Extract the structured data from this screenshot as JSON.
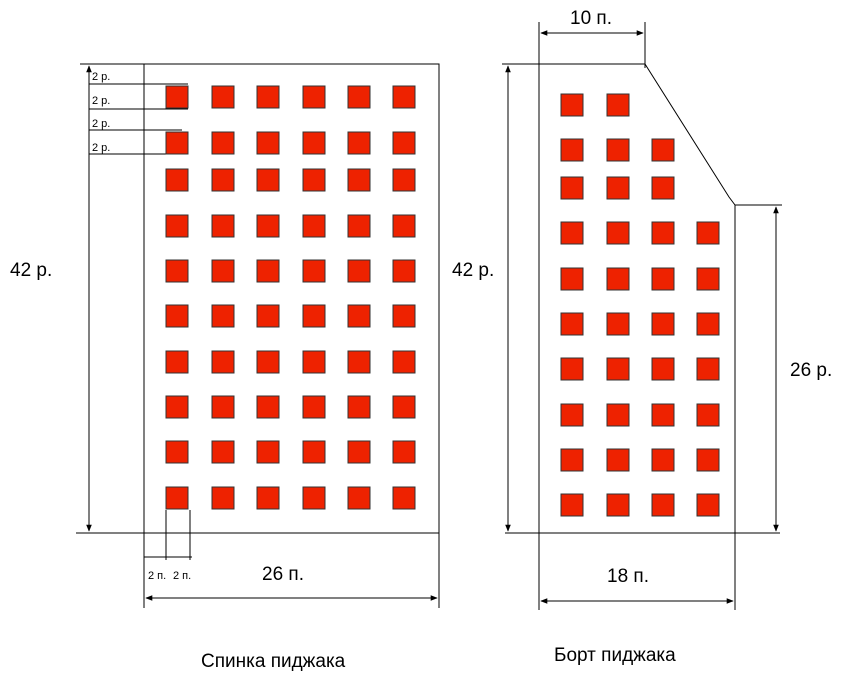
{
  "colors": {
    "square_fill": "#ee2200",
    "square_stroke": "#333333",
    "line": "#000000"
  },
  "back": {
    "caption": "Спинка пиджака",
    "height_label": "42 р.",
    "width_label": "26 п.",
    "row_labels": [
      "2 р.",
      "2 р.",
      "2 р.",
      "2 р."
    ],
    "col_labels": [
      "2 п.",
      "2 п."
    ],
    "grid": {
      "rows": 10,
      "cols": 6
    }
  },
  "front": {
    "caption": "Борт пиджака",
    "height_label": "42 р.",
    "top_label": "10 п.",
    "side_label": "26 р.",
    "width_label": "18 п.",
    "rows": [
      2,
      3,
      3,
      4,
      4,
      4,
      4,
      4,
      4,
      4
    ]
  }
}
